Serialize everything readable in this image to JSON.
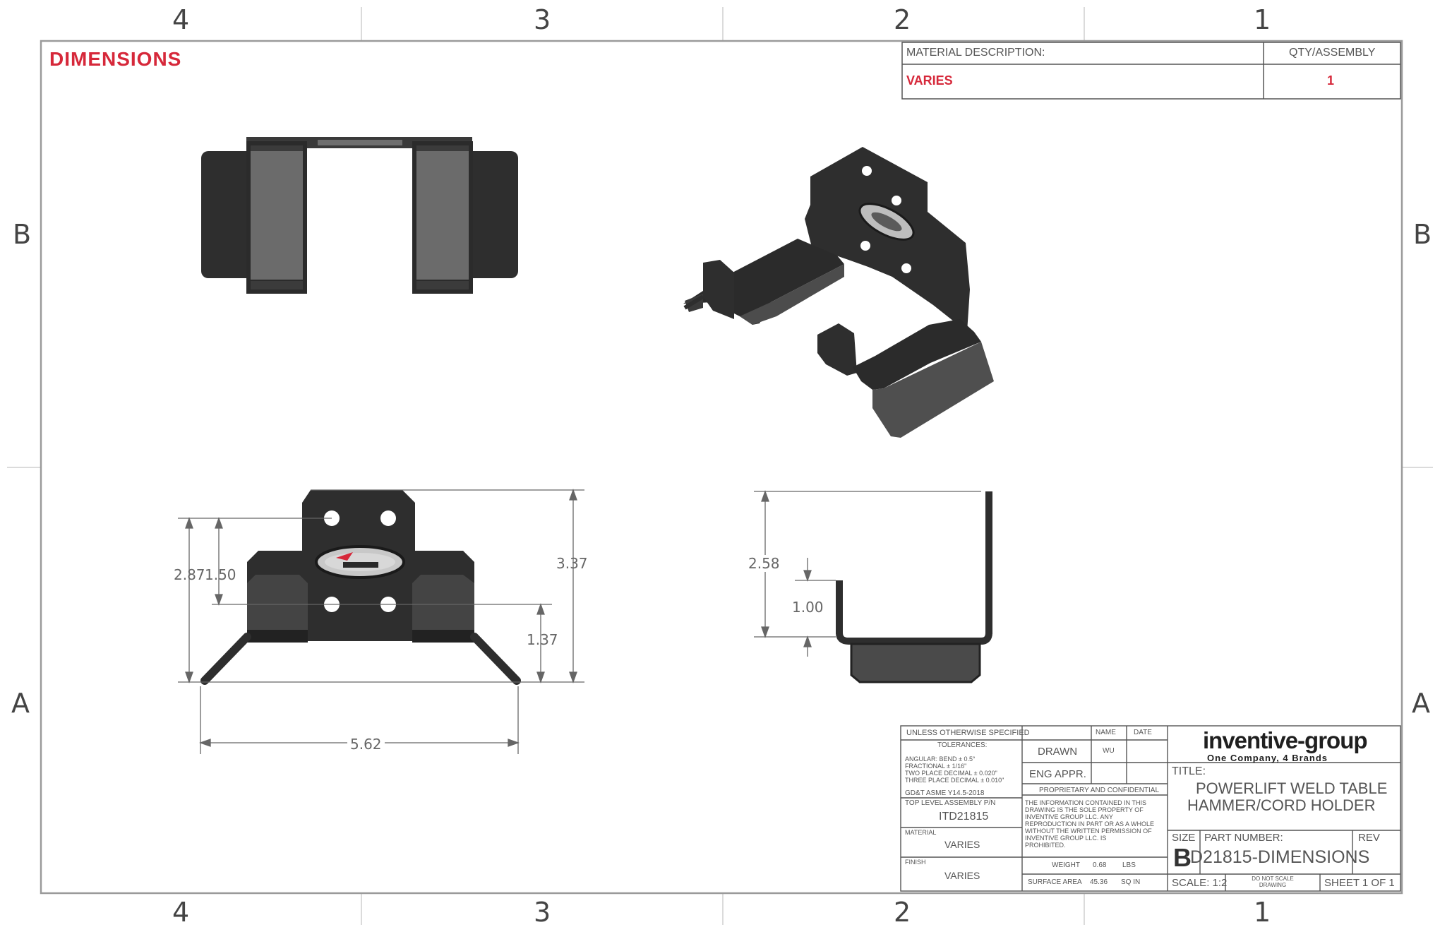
{
  "sheet_title": "DIMENSIONS",
  "zones": {
    "columns": [
      "4",
      "3",
      "2",
      "1"
    ],
    "rows": [
      "B",
      "A"
    ]
  },
  "material_block": {
    "desc_header": "MATERIAL DESCRIPTION:",
    "qty_header": "QTY/ASSEMBLY",
    "desc_value": "VARIES",
    "qty_value": "1"
  },
  "dimensions": {
    "front_overall_height": "3.37",
    "front_height": "2.87",
    "front_hole_spacing": "1.50",
    "front_lower_hole": "1.37",
    "front_width": "5.62",
    "side_height": "2.58",
    "side_lip": "1.00"
  },
  "title_block": {
    "unless": "UNLESS OTHERWISE SPECIFIED",
    "name_header": "NAME",
    "date_header": "DATE",
    "tolerances": "TOLERANCES:",
    "tol_lines": [
      "ANGULAR:      BEND  ±  0.5°",
      "FRACTIONAL             ±  1/16\"",
      "TWO PLACE DECIMAL  ±  0.020\"",
      "THREE PLACE DECIMAL ±  0.010\""
    ],
    "drawn_label": "DRAWN",
    "drawn_name": "WU",
    "eng_label": "ENG APPR.",
    "gdt": "GD&T ASME Y14.5-2018",
    "top_level_label": "TOP LEVEL ASSEMBLY P/N",
    "top_level_value": "ITD21815",
    "material_label": "MATERIAL",
    "material_value": "VARIES",
    "finish_label": "FINISH",
    "finish_value": "VARIES",
    "proprietary_header": "PROPRIETARY AND CONFIDENTIAL",
    "proprietary_lines": [
      "THE INFORMATION CONTAINED IN THIS",
      "DRAWING IS THE SOLE PROPERTY OF",
      "INVENTIVE GROUP LLC. ANY",
      "REPRODUCTION IN PART OR AS A WHOLE",
      "WITHOUT THE WRITTEN PERMISSION OF",
      "INVENTIVE GROUP LLC. IS",
      "PROHIBITED."
    ],
    "weight_label": "WEIGHT",
    "weight_value": "0.68",
    "weight_unit": "LBS",
    "area_label": "SURFACE AREA",
    "area_value": "45.36",
    "area_unit": "SQ IN",
    "brand": "inventive-group",
    "tagline": "One Company, 4 Brands",
    "title_label": "TITLE:",
    "title_line1": "POWERLIFT WELD TABLE",
    "title_line2": "HAMMER/CORD HOLDER",
    "size_label": "SIZE",
    "size_value": "B",
    "part_label": "PART NUMBER:",
    "part_value": "D21815-DIMENSIONS",
    "rev_label": "REV",
    "scale": "SCALE: 1:2",
    "noscale": "DO NOT SCALE DRAWING",
    "sheet": "SHEET 1 OF 1"
  },
  "colors": {
    "part_dark": "#2e2e2e",
    "part_face": "#6b6b6b",
    "accent_red": "#d6283a",
    "line": "#555555"
  }
}
